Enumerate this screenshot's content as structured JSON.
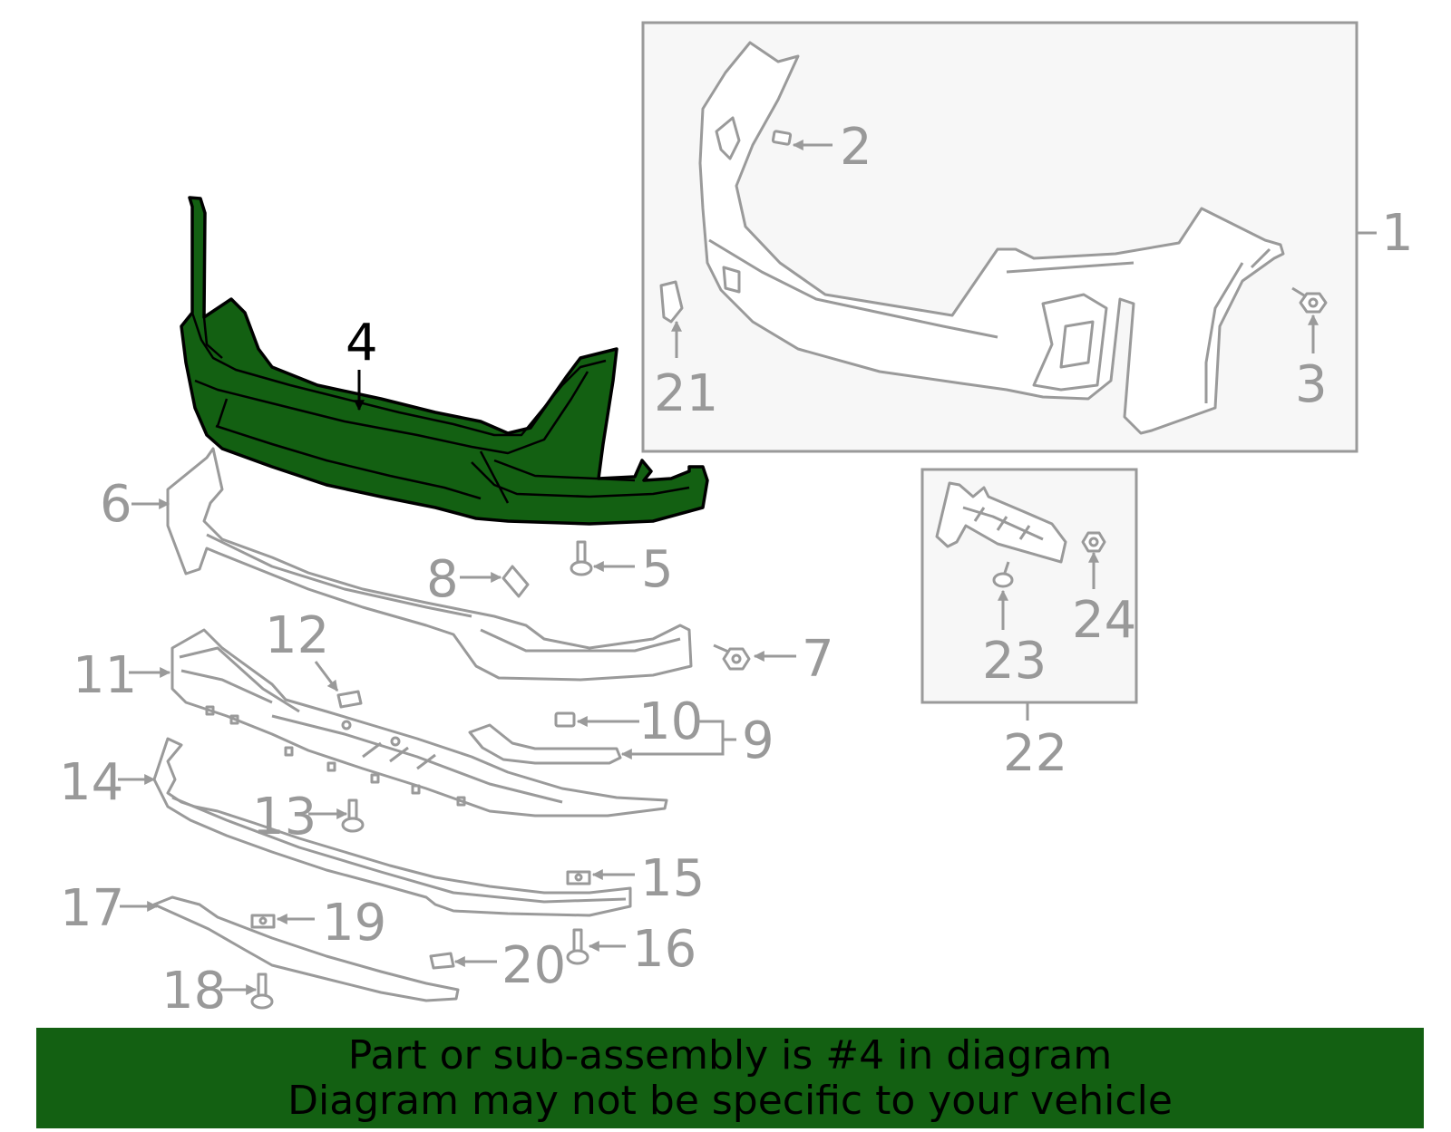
{
  "callouts": {
    "c1": "1",
    "c2": "2",
    "c3": "3",
    "c4": "4",
    "c5": "5",
    "c6": "6",
    "c7": "7",
    "c8": "8",
    "c9": "9",
    "c10": "10",
    "c11": "11",
    "c12": "12",
    "c13": "13",
    "c14": "14",
    "c15": "15",
    "c16": "16",
    "c17": "17",
    "c18": "18",
    "c19": "19",
    "c20": "20",
    "c21": "21",
    "c22": "22",
    "c23": "23",
    "c24": "24"
  },
  "highlighted_part": "4",
  "banner": {
    "line1": "Part or sub-assembly is #4 in diagram",
    "line2": "Diagram may not be specific to your vehicle"
  },
  "colors": {
    "highlight": "#136012",
    "line_art": "#9a9a9a",
    "box_fill": "#f7f7f7"
  }
}
